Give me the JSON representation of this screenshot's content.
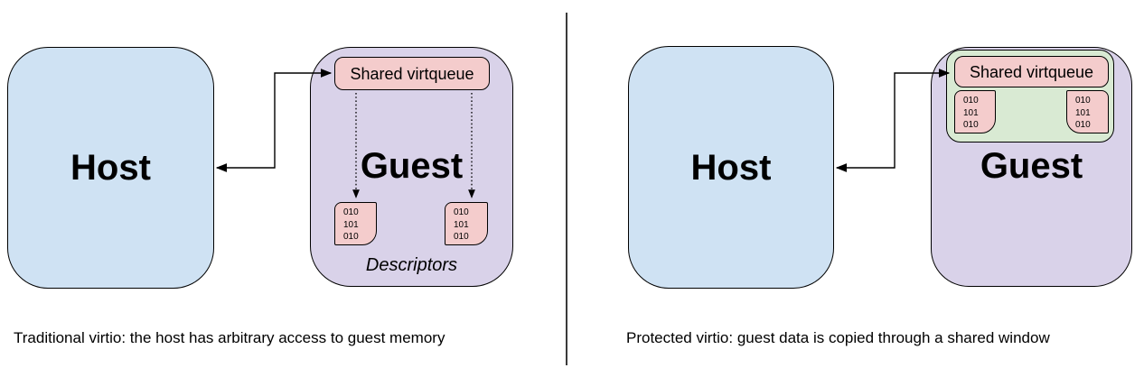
{
  "colors": {
    "host_fill": "#cfe2f3",
    "guest_fill": "#d9d2e9",
    "virtqueue_fill": "#f4cccc",
    "shared_window_fill": "#d9ead3",
    "border": "#000000",
    "divider": "#3a3a3a"
  },
  "left": {
    "host_label": "Host",
    "guest_label": "Guest",
    "virtqueue_label": "Shared virtqueue",
    "descriptor_blocks": [
      "010\n101\n010",
      "010\n101\n010"
    ],
    "descriptors_label": "Descriptors",
    "caption": "Traditional virtio: the host has arbitrary access to guest memory"
  },
  "right": {
    "host_label": "Host",
    "guest_label": "Guest",
    "virtqueue_label": "Shared virtqueue",
    "descriptor_blocks": [
      "010\n101\n010",
      "010\n101\n010"
    ],
    "caption": "Protected virtio: guest data is copied through a shared window"
  }
}
